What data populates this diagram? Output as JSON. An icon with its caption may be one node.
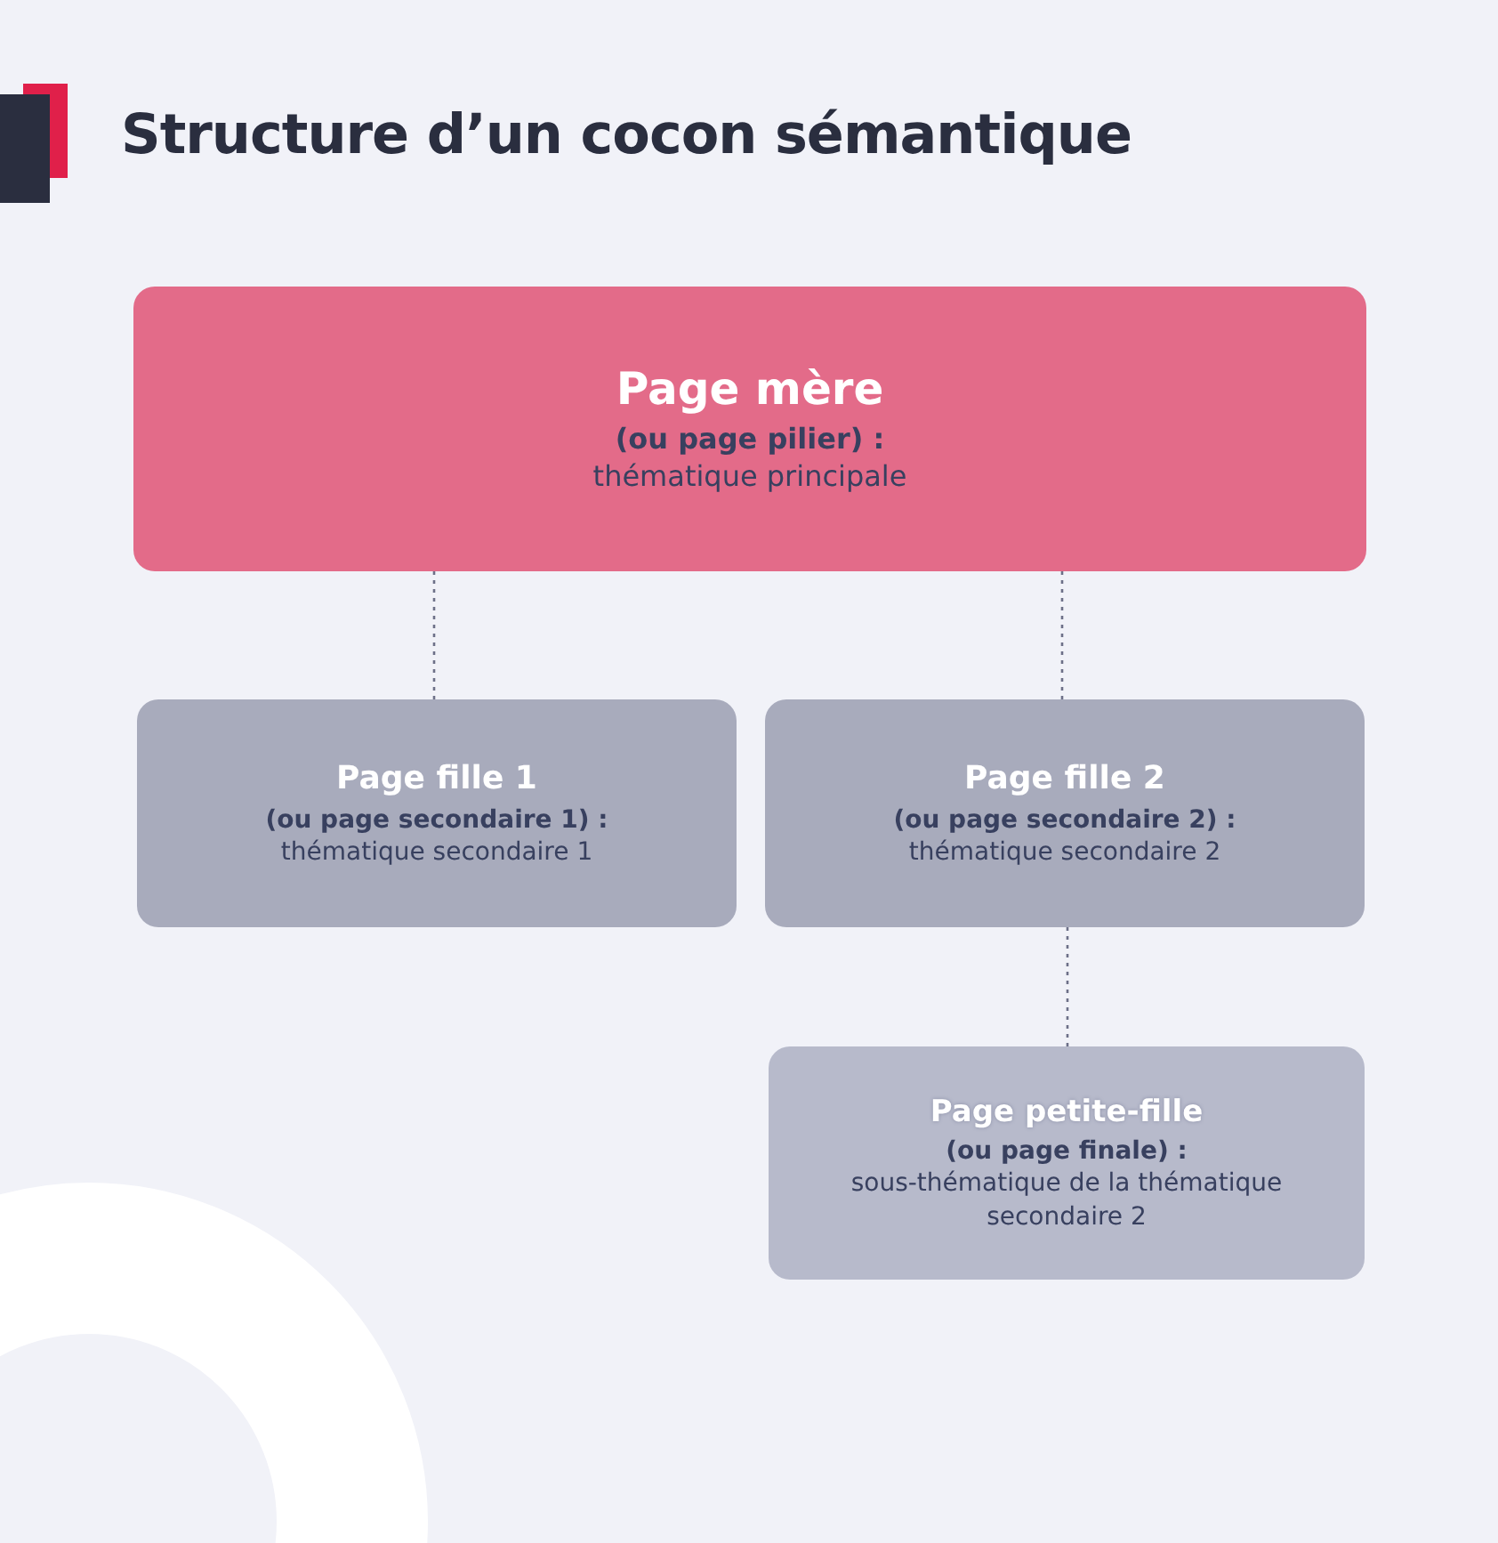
{
  "diagram": {
    "title": "Structure d’un cocon sémantique",
    "nodes": [
      {
        "text": [
          "Page mère",
          "(ou page pilier) :",
          "thématique principale"
        ]
      },
      {
        "text": [
          "Page fille 1",
          "(ou page secondaire 1) :",
          "thématique secondaire 1"
        ]
      },
      {
        "text": [
          "Page fille 2",
          "**(ou page secondaire 2)** :",
          "thématique secondaire 2"
        ]
      },
      {
        "text": [
          "Page petite-fille",
          "(ou page finale) :",
          "sous-thématique de la thématique secondaire 2"
        ]
      }
    ],
    "edges": [
      {
        "from": 0,
        "to": 1,
        "arrow": "none"
      },
      {
        "from": 0,
        "to": 2,
        "arrow": "none"
      },
      {
        "from": 2,
        "to": 3,
        "arrow": "none"
      }
    ]
  }
}
